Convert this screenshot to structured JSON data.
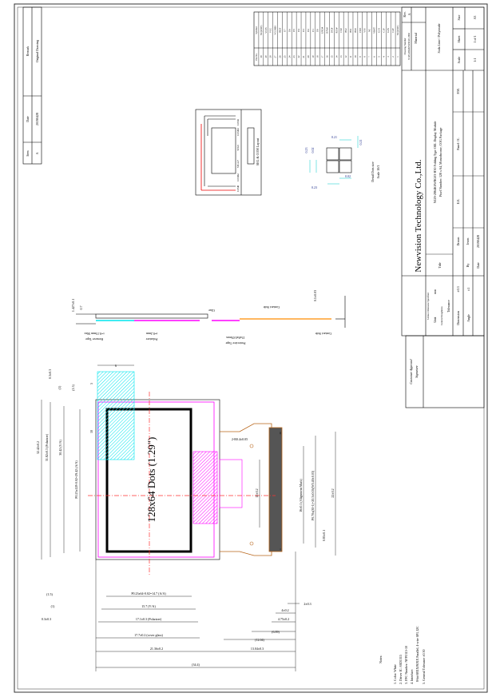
{
  "revision": {
    "headers": [
      "Item",
      "Date",
      "Remark"
    ],
    "row": [
      "A",
      "20190428",
      "Original Drawing"
    ]
  },
  "title_block": {
    "company": "Newvision Technology Co.,Ltd.",
    "title_label": "Title",
    "title_line1": "N129-2864KSWRG03-H30 Folding Type OEL Display Module",
    "title_line2": "Pixel Number: 128 x 64, Monochrome, COG Package",
    "drawing_number_label": "Drawing Number",
    "drawing_number": "N129-2864KSWRG03-H30",
    "rev_label": "Rev.",
    "rev": "A",
    "material_label": "Material",
    "material": "Soda Lime / Polyimide",
    "scale_label": "Scale",
    "scale": "1:1",
    "sheet_label": "Sheet",
    "sheet": "1 of 1",
    "size_label": "Size",
    "size": "A3",
    "roles": [
      "Drawn",
      "E.E.",
      "Panel / E.",
      "P.M."
    ],
    "by_label": "By",
    "by": "Jesen",
    "date_label": "Date",
    "date": "20190428",
    "unless": "Unless Otherwise Specified",
    "unit_label": "Unit",
    "unit": "mm",
    "roughness_label": "General Roughness",
    "tolerance_label": "Tolerance",
    "dimension_label": "Dimension",
    "dimension": "±0.3",
    "angle_label": "Angle",
    "angle": "±1"
  },
  "approval": {
    "line1": "Customer Approval",
    "line2": "Signature"
  },
  "pin_table": {
    "header_symbol": "Symbol",
    "header_pin": "Pin No.",
    "symbols": [
      "NC(GND)",
      "C2P",
      "C2N",
      "C1P",
      "C1N",
      "VBAT",
      "NC",
      "VSS",
      "VDD",
      "BS0",
      "BS1",
      "BS2",
      "CS#",
      "RES#",
      "D/C#",
      "R/W#",
      "E/RD#",
      "D0",
      "D1",
      "D2",
      "D3",
      "D4",
      "D5",
      "D6",
      "D7",
      "IREF",
      "VCOMH",
      "VCC",
      "VLSS",
      "NC(GND)"
    ],
    "pins": [
      "1",
      "2",
      "3",
      "4",
      "5",
      "6",
      "7",
      "8",
      "9",
      "10",
      "11",
      "12",
      "13",
      "14",
      "15",
      "16",
      "17",
      "18",
      "19",
      "20",
      "21",
      "22",
      "23",
      "24",
      "25",
      "26",
      "27",
      "28",
      "29",
      "30"
    ]
  },
  "layout_view": {
    "label": "SEG & COM Layout",
    "pins": [
      "COM1",
      "COM63",
      "SEG0",
      "SEG127",
      "COM62",
      "COM0"
    ]
  },
  "detail": {
    "caption1": "Detail Dots size",
    "caption2": "Scale 10/1",
    "d1": "0.21",
    "d2": "0.21",
    "d3": "0.23",
    "d4": "0.02",
    "d5": "0.02",
    "d6": "0.23"
  },
  "side_view": {
    "thickness": "1.427±0.1",
    "glass": "0.7",
    "remove_tape": "Remove Tape",
    "remove_tape_t": "t=0.15mm Max",
    "polarizer": "Polarizer",
    "polarizer_t": "t=0.2mm",
    "glue": "Glue",
    "protective_tape": "Protective Tape",
    "protective_tape_size": "15x8x0.05mm",
    "contact_side_1": "Contact Side",
    "contact_side_2": "Contact Side",
    "fpc_t": "0.1±0.03"
  },
  "front_view": {
    "display_label": "128x64 Dots (1.29\")",
    "dims_left": [
      "32.42±0.2",
      "31.82±0.3 (Polarizer)",
      "30.42 (V/A)",
      "P0.23x128-0.02=29.42 (A/A)",
      "0.3±0.3",
      "(1)",
      "(1.5)"
    ],
    "dims_tab": [
      "6",
      "5",
      "10"
    ],
    "dims_fpc": [
      "2-R0.4±0.05",
      "12±0.2",
      "16±0.1 (Alignment Mark)",
      "P0.70x(30-1)=20.3±0.05(W0.40±0.03)",
      "0.85±0.1",
      "22±0.2",
      "30",
      "1"
    ],
    "dims_bottom": [
      "(1.5)",
      "P0.23x64-0.02=14.7 (A/A)",
      "(1)",
      "15.7 (V/A)",
      "0.3±0.3",
      "17.1±0.3 (Polarizer)",
      "17.7±0.2 (cover glass)",
      "21.36±0.2",
      "(34.4)",
      "2±0.3",
      "4±0.2",
      "4.75±0.2",
      "(6.89)",
      "(12.04)",
      "13.04±0.3"
    ]
  },
  "notes": {
    "heading": "Notes:",
    "items": [
      "1. Color: White",
      "2. Driver IC: SSD1315",
      "3. FPC Number: NFP1315-10",
      "4. Interface:",
      "8-bit 68XX/80XX Parallel, 4-wire SPI, I2C",
      "5. General Tolerance ±0.30"
    ]
  },
  "colors": {
    "polarizer": "#ff00ff",
    "tape": "#00e5ee",
    "fpc": "#b8651a",
    "center": "#ff3030",
    "fpc_side": "#ff8c00"
  }
}
